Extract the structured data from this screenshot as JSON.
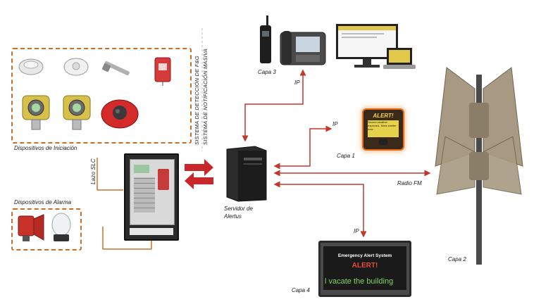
{
  "labels": {
    "dispositivos_iniciacion": "Dispositivos de Iniciación",
    "dispositivos_alarma": "Dispositivos de Alarma",
    "lazo_slc": "Lazo SLC",
    "servidor": "Servidor de",
    "servidor_2": "Alertus",
    "capa1": "Capa 1",
    "capa2": "Capa 2",
    "capa3": "Capa 3",
    "capa4": "Capa 4",
    "ip_top": "IP",
    "ip_mid": "IP",
    "ip_bottom": "IP",
    "radio_fm": "Radio FM",
    "sistema_fg": "SISTEMA DE DETECCIÓN DE F&G",
    "sistema_masiva": "SISTEMA DE NOTIFICACIÓN MASIVA"
  },
  "beacon": {
    "title": "ALERT!",
    "body": "Severe weather expected. Seek shelter now."
  },
  "sign": {
    "header": "Emergency Alert System",
    "alert": "ALERT!",
    "message": "l vacate the building"
  },
  "colors": {
    "orange": "#c8702a",
    "red_arrow": "#c0392b",
    "panel_dark": "#2a2a2a"
  }
}
